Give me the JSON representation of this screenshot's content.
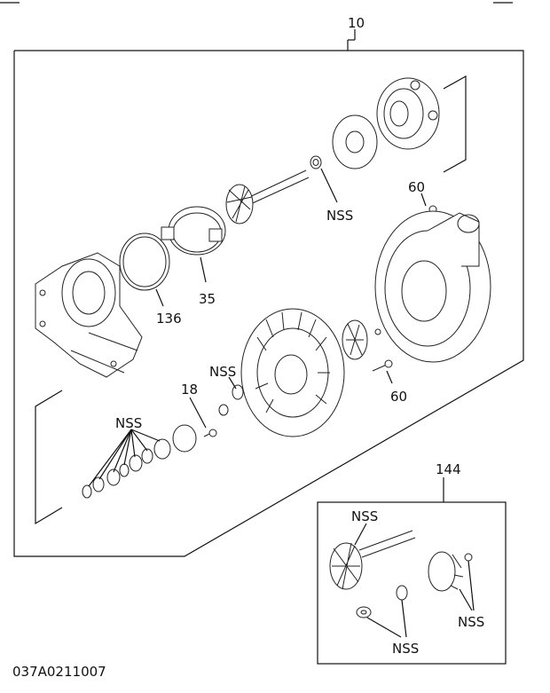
{
  "diagram_id": "037A0211007",
  "assembly_callout": "10",
  "kit_callout": "144",
  "callouts": {
    "c60_top": "60",
    "c60_bottom": "60",
    "c35": "35",
    "c136": "136",
    "c18": "18",
    "nss_shaft": "NSS",
    "nss_washer": "NSS",
    "nss_bearings": "NSS",
    "kit_nss_wheel": "NSS",
    "kit_nss_impeller": "NSS",
    "kit_nss_washers": "NSS"
  }
}
